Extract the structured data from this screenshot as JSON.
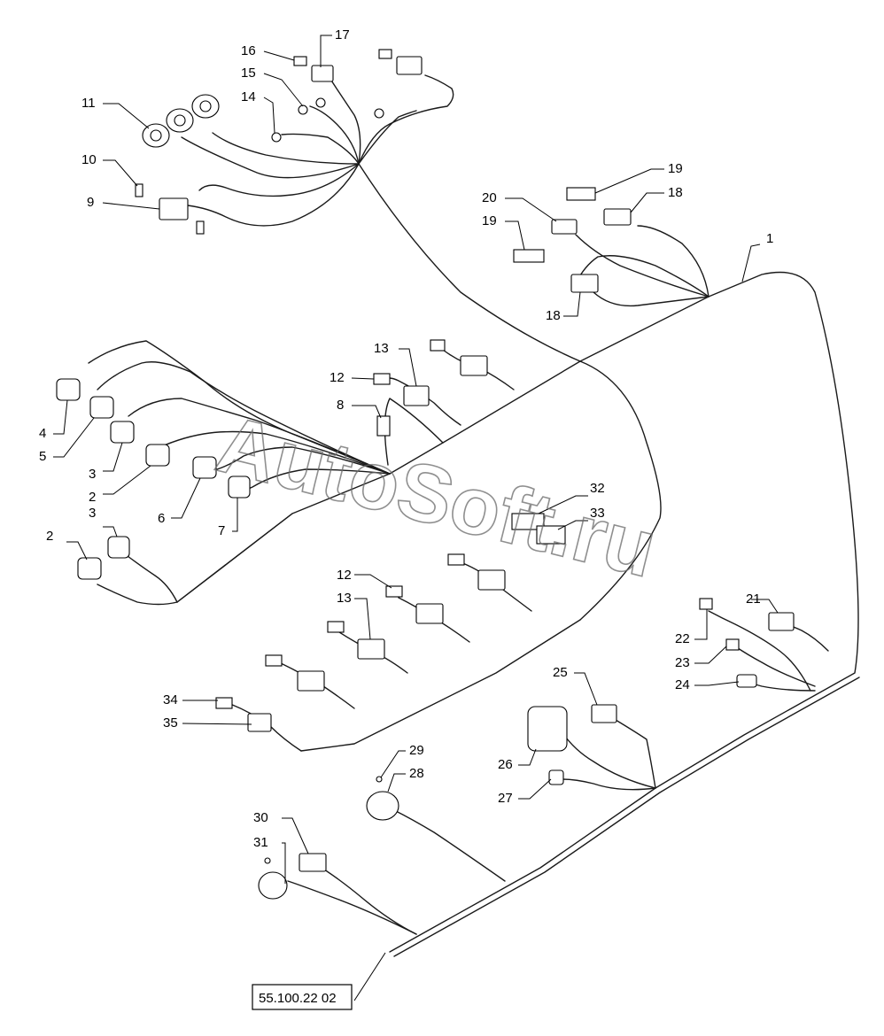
{
  "diagram": {
    "reference": "55.100.22 02",
    "watermark": "AutoSoft.ru",
    "callouts": [
      "1",
      "2",
      "2",
      "3",
      "3",
      "4",
      "5",
      "6",
      "7",
      "8",
      "9",
      "10",
      "11",
      "12",
      "12",
      "13",
      "13",
      "14",
      "15",
      "16",
      "17",
      "18",
      "18",
      "19",
      "19",
      "20",
      "21",
      "22",
      "23",
      "24",
      "25",
      "26",
      "27",
      "28",
      "29",
      "30",
      "31",
      "32",
      "33",
      "34",
      "35"
    ]
  }
}
